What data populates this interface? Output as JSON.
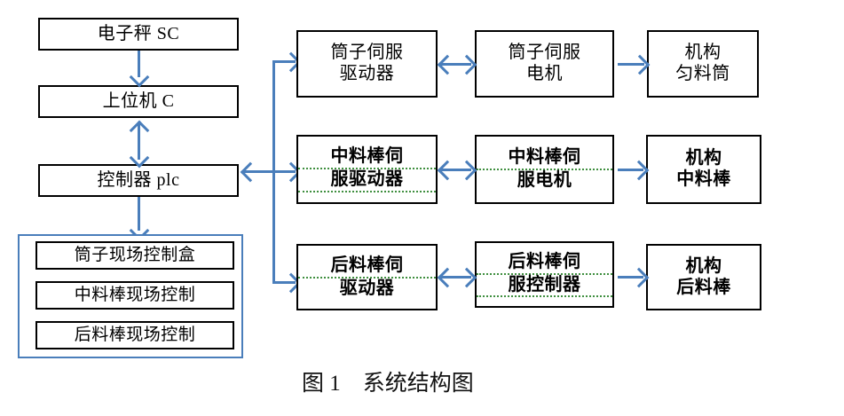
{
  "diagram": {
    "caption": "图 1　系统结构图",
    "caption_mark": "↵",
    "accent_color": "#4a7ebb",
    "box_border_color": "#000000",
    "left_chain": [
      {
        "name": "electronic-scale",
        "line1": "电子秤 SC",
        "mark": "↵"
      },
      {
        "name": "host-computer",
        "line1": "上位机 C",
        "mark": "↵"
      },
      {
        "name": "controller-plc",
        "line1": "控制器 plc",
        "mark": "↵"
      }
    ],
    "field_control_group": {
      "items": [
        {
          "name": "bobbin-field-control-box",
          "line1": "筒子现场控制盒",
          "mark": "↵"
        },
        {
          "name": "middle-rod-field-control",
          "line1": "中料棒现场控制",
          "mark": ""
        },
        {
          "name": "rear-rod-field-control",
          "line1": "后料棒现场控制",
          "mark": ""
        }
      ]
    },
    "rows": [
      {
        "name": "bobbin-servo-row",
        "bold": false,
        "driver": {
          "line1": "筒子伺服",
          "line2": "驱动器",
          "mark1": "↵",
          "mark2": "↵"
        },
        "motor": {
          "line1": "筒子伺服",
          "line2": "电机",
          "mark1": "↵",
          "mark2": "↵"
        },
        "mechanism": {
          "line1": "机构",
          "line2": "匀料筒",
          "mark1": "↵",
          "mark2": "↵"
        }
      },
      {
        "name": "middle-rod-servo-row",
        "bold": true,
        "driver": {
          "line1": "中料棒伺",
          "line2": "服驱动器",
          "mark1": "↵",
          "mark2": "↵"
        },
        "motor": {
          "line1": "中料棒伺",
          "line2": "服电机",
          "mark1": "↵",
          "mark2": "↵"
        },
        "mechanism": {
          "line1": "机构",
          "line2": "中料棒",
          "mark1": "↵",
          "mark2": "↵"
        }
      },
      {
        "name": "rear-rod-servo-row",
        "bold": true,
        "driver": {
          "line1": "后料棒伺",
          "line2": "驱动器",
          "mark1": "↵",
          "mark2": "↵"
        },
        "motor": {
          "line1": "后料棒伺",
          "line2": "服控制器",
          "mark1": "↵",
          "mark2": "↵"
        },
        "mechanism": {
          "line1": "机构",
          "line2": "后料棒",
          "mark1": "↵",
          "mark2": "↵"
        }
      }
    ],
    "connectors": [
      {
        "name": "scale-to-host",
        "type": "arrow-down"
      },
      {
        "name": "host-plc-bidirectional",
        "type": "arrow-double-vertical"
      },
      {
        "name": "plc-to-field-group",
        "type": "arrow-down"
      },
      {
        "name": "plc-to-bus",
        "type": "arrow-double-horizontal"
      },
      {
        "name": "bus-to-row1",
        "type": "arrow-right"
      },
      {
        "name": "bus-to-row2",
        "type": "arrow-right"
      },
      {
        "name": "bus-to-row3",
        "type": "arrow-right"
      },
      {
        "name": "row1-driver-motor",
        "type": "arrow-double-horizontal"
      },
      {
        "name": "row1-motor-mechanism",
        "type": "arrow-right"
      },
      {
        "name": "row2-driver-motor",
        "type": "arrow-double-horizontal"
      },
      {
        "name": "row2-motor-mechanism",
        "type": "arrow-right"
      },
      {
        "name": "row3-driver-motor",
        "type": "arrow-double-horizontal"
      },
      {
        "name": "row3-motor-mechanism",
        "type": "arrow-right"
      }
    ]
  }
}
